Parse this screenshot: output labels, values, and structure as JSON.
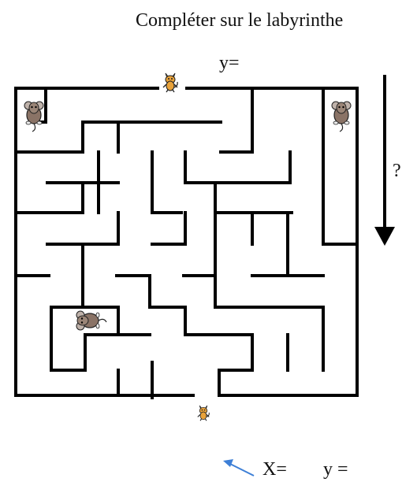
{
  "instruction": "Compléter sur le labyrinthe",
  "top_label": "y=",
  "arrow_label": "?",
  "bottom_x_label": "X=",
  "bottom_y_label": "y =",
  "icons": [
    "cat-icon",
    "mouse-icon",
    "down-arrow-icon",
    "pointer-arrow-icon"
  ],
  "colors": {
    "maze_wall": "#000000",
    "pointer_arrow": "#3d7fd6",
    "mouse_body": "#8a7366",
    "cat_body": "#e8a23a"
  }
}
